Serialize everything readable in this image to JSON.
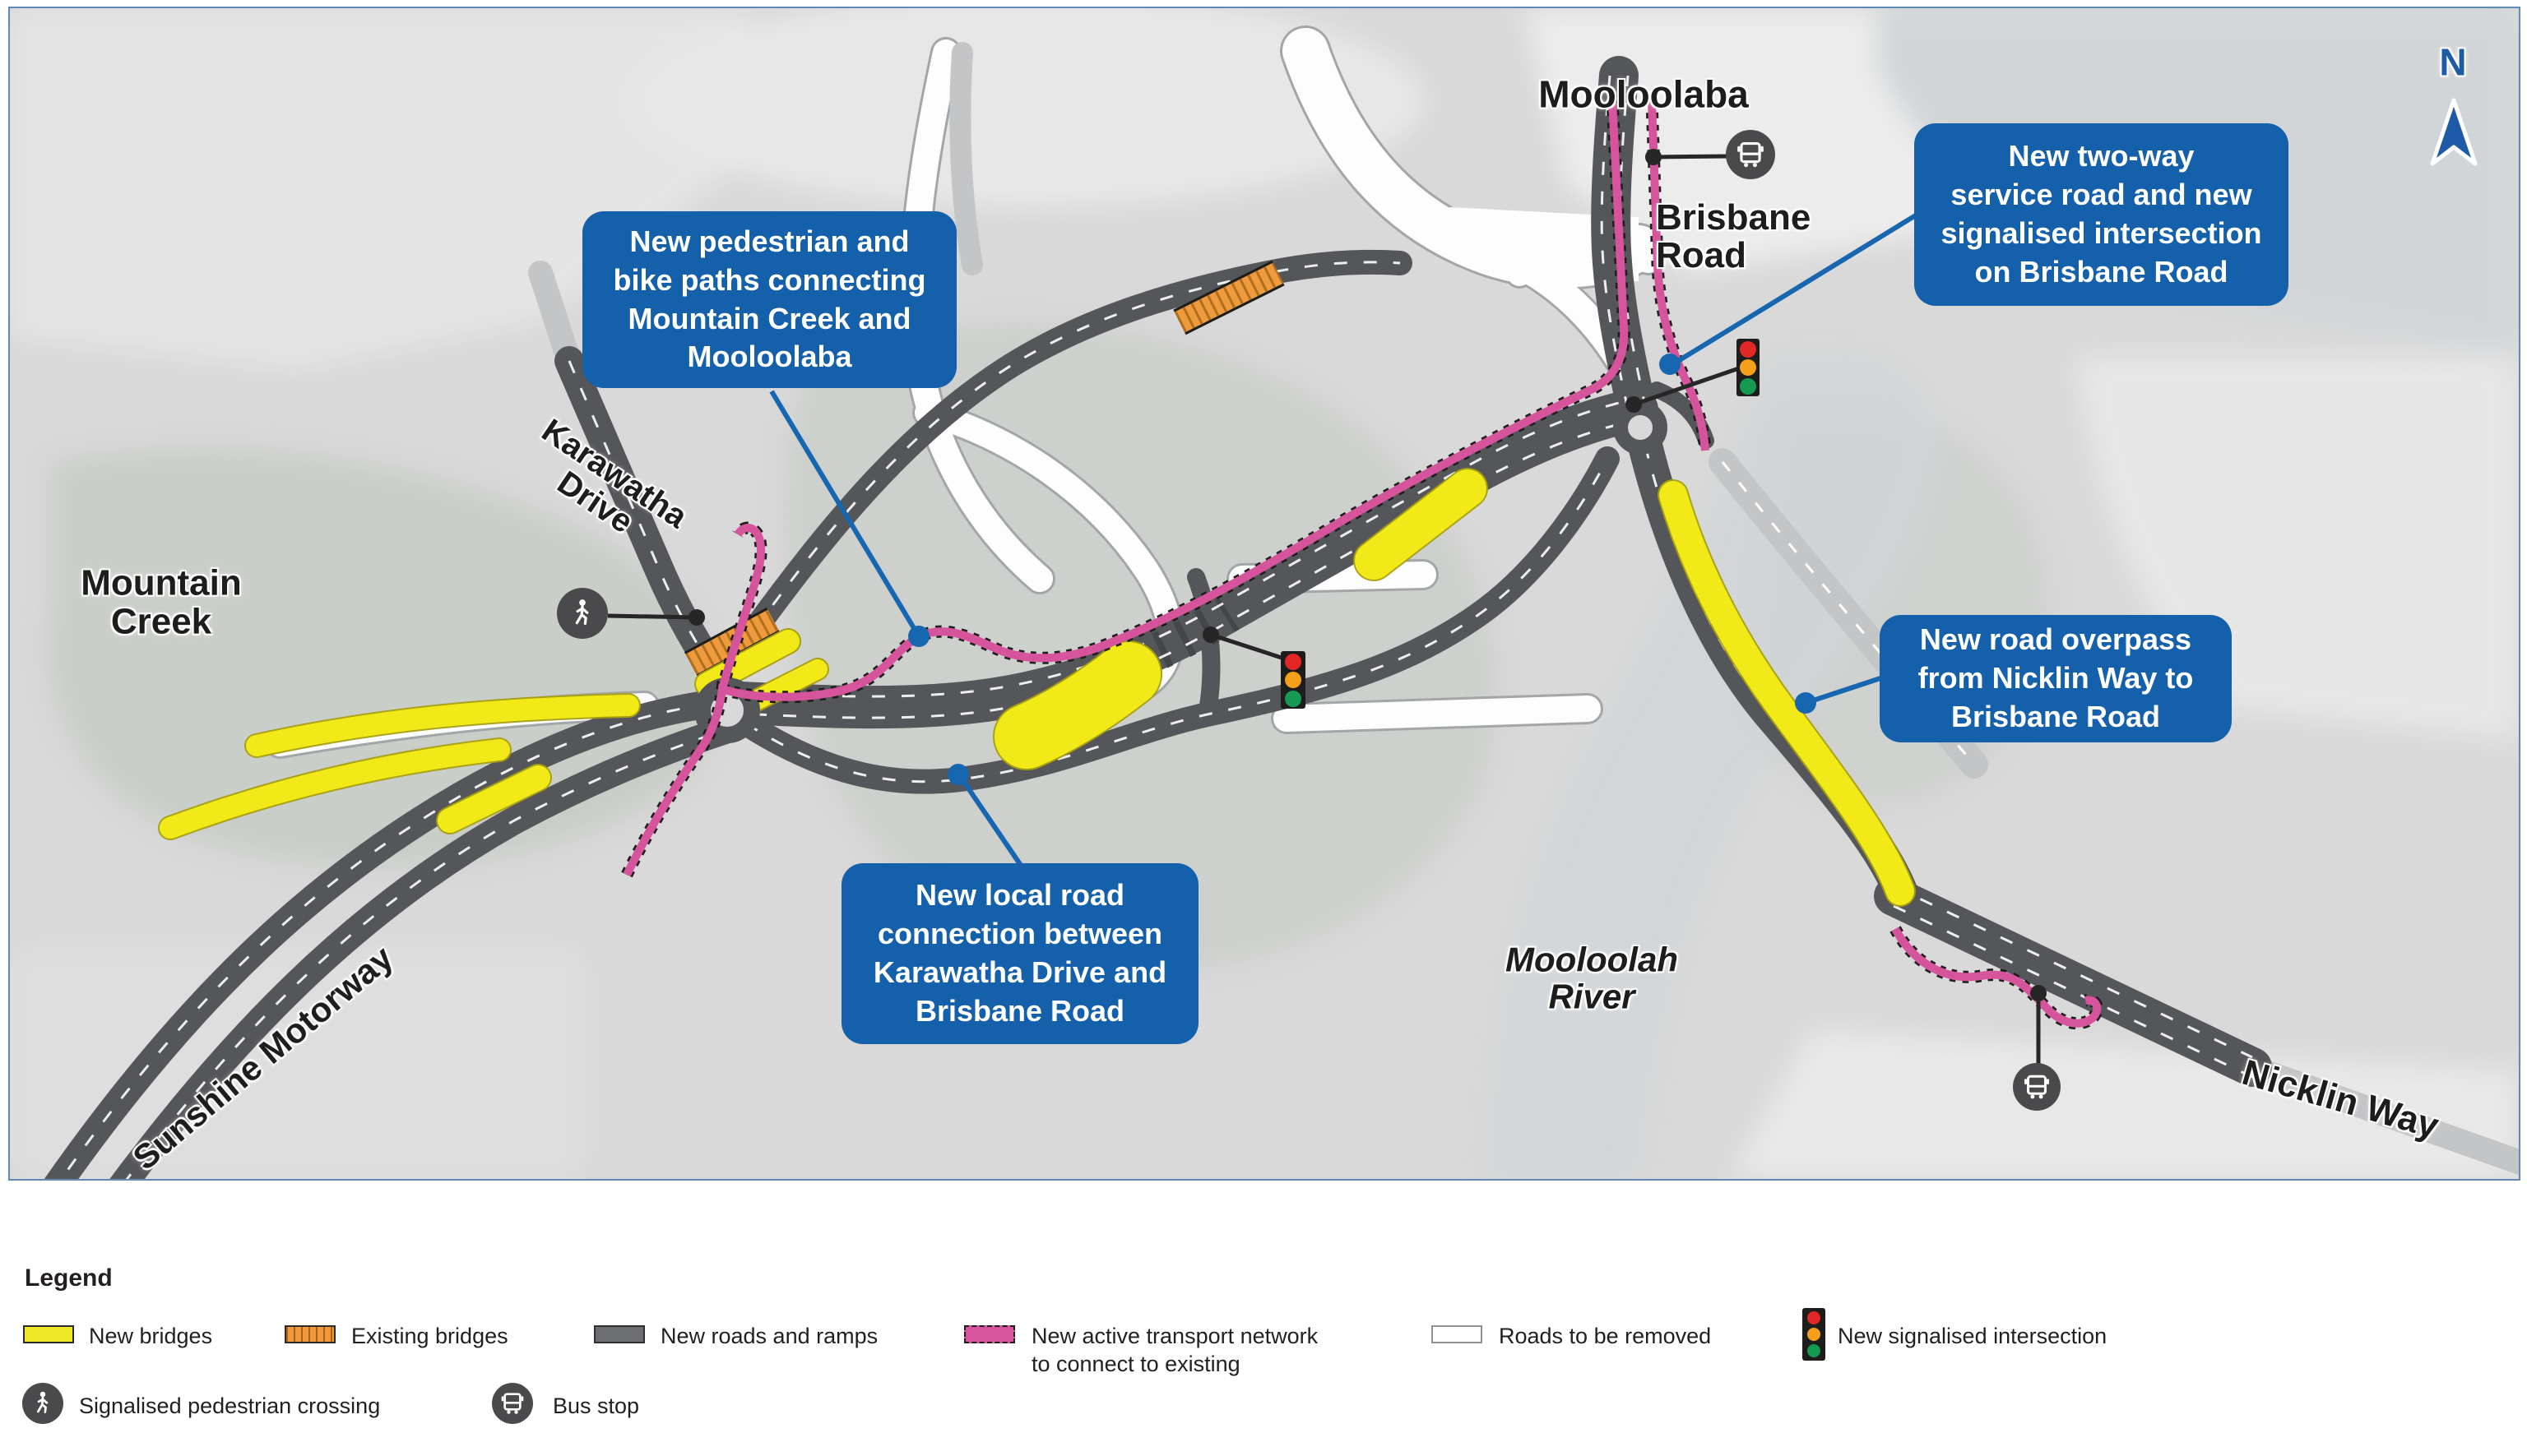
{
  "map": {
    "place_labels": {
      "mooloolaba": "Mooloolaba",
      "brisbane_road": "Brisbane\nRoad",
      "mountain_creek": "Mountain\nCreek",
      "karawatha_drive": "Karawatha\nDrive",
      "sunshine_motorway": "Sunshine Motorway",
      "mooloolah_river": "Mooloolah\nRiver",
      "nicklin_way": "Nicklin Way"
    },
    "callouts": [
      "New pedestrian and\nbike paths connecting\nMountain Creek and\nMooloolaba",
      "New two-way\nservice road and new\nsignalised intersection\non Brisbane Road",
      "New road overpass\nfrom Nicklin Way to\nBrisbane Road",
      "New local road\nconnection between\nKarawatha Drive and\nBrisbane Road"
    ],
    "north_indicator": "N"
  },
  "legend": {
    "title": "Legend",
    "items": [
      {
        "icon": "new-bridges-swatch",
        "label": "New bridges"
      },
      {
        "icon": "existing-bridges-swatch",
        "label": "Existing bridges"
      },
      {
        "icon": "new-roads-swatch",
        "label": "New roads and ramps"
      },
      {
        "icon": "active-transport-swatch",
        "label": "New active transport network\nto connect to existing"
      },
      {
        "icon": "roads-removed-swatch",
        "label": "Roads to be removed"
      },
      {
        "icon": "signalised-intersection-icon",
        "label": "New signalised intersection"
      },
      {
        "icon": "pedestrian-crossing-icon",
        "label": "Signalised pedestrian crossing"
      },
      {
        "icon": "bus-stop-icon",
        "label": "Bus stop"
      }
    ]
  },
  "colors": {
    "callout_blue": "#1560ab",
    "leader_blue": "#1666b0",
    "new_bridge_yellow": "#f2e918",
    "existing_bridge_orange": "#ef9a3c",
    "new_road_gray": "#55565a",
    "active_transport_pink": "#d6549b",
    "removed_road_white": "#ffffff",
    "signal_red": "#e32726",
    "signal_amber": "#f5a01a",
    "signal_green": "#169a52",
    "icon_circle_gray": "#4a4a4c",
    "north_blue": "#1e5aa5"
  }
}
